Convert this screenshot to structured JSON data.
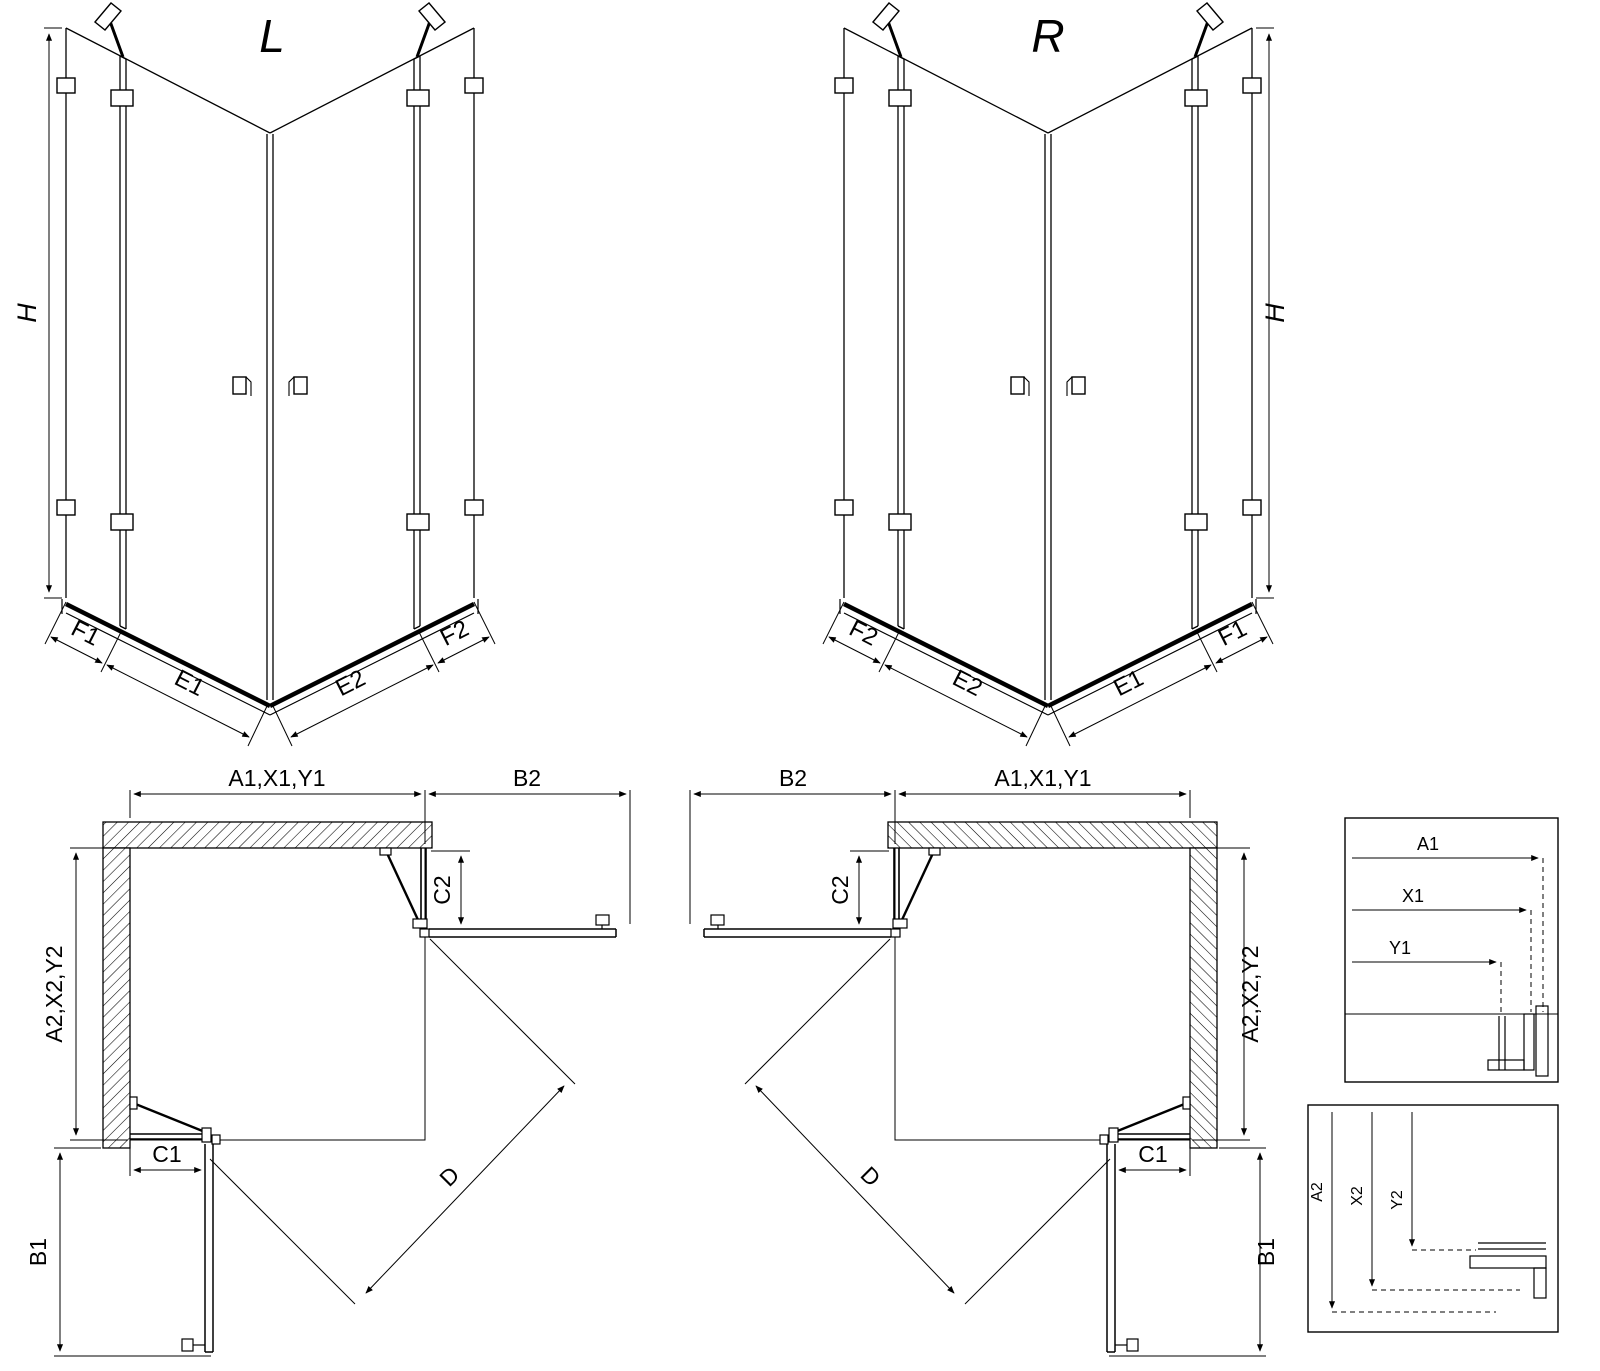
{
  "drawing": {
    "background": "#ffffff",
    "line_color": "#000000",
    "type": "shower-enclosure-technical-drawing"
  },
  "iso_left": {
    "title": "L",
    "h": "H",
    "f1": "F1",
    "e1": "E1",
    "e2": "E2",
    "f2": "F2"
  },
  "iso_right": {
    "title": "R",
    "h": "H",
    "f1": "F1",
    "e1": "E1",
    "e2": "E2",
    "f2": "F2"
  },
  "plan_left": {
    "top_width": "A1,X1,Y1",
    "b2": "B2",
    "c2": "C2",
    "side_height": "A2,X2,Y2",
    "c1": "C1",
    "b1": "B1",
    "d": "D"
  },
  "plan_right": {
    "top_width": "A1,X1,Y1",
    "b2": "B2",
    "c2": "C2",
    "side_height": "A2,X2,Y2",
    "c1": "C1",
    "b1": "B1",
    "d": "D"
  },
  "detail_top": {
    "a1": "A1",
    "x1": "X1",
    "y1": "Y1"
  },
  "detail_bottom": {
    "a2": "A2",
    "x2": "X2",
    "y2": "Y2"
  }
}
